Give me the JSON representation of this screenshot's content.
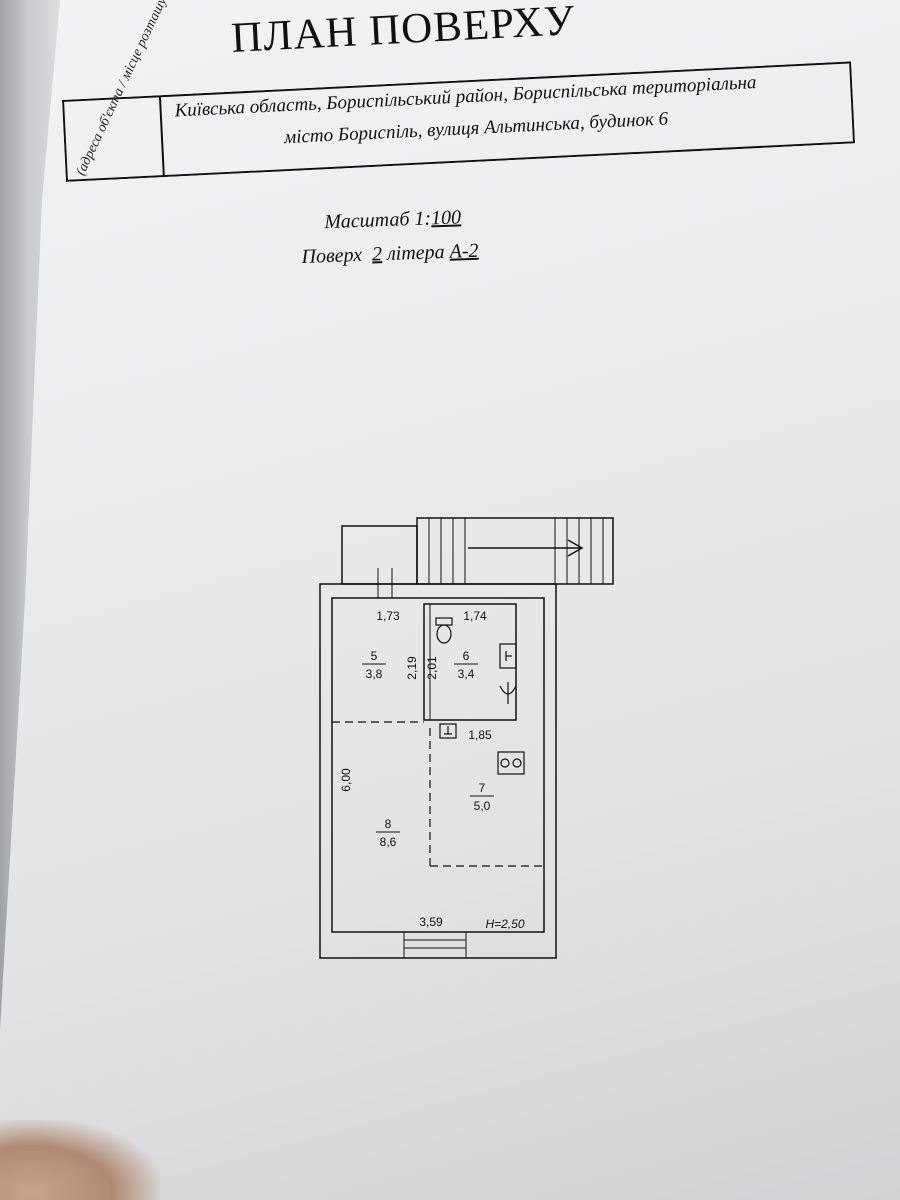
{
  "document": {
    "title": "ПЛАН ПОВЕРХУ",
    "address_label": "(адреса об'єкта / місце розташування)",
    "address_line1": "Київська область, Бориспільський район, Бориспільська територіальна",
    "address_line2": "місто Бориспіль, вулиця Альтинська, будинок 6",
    "scale_label": "Масштаб 1:",
    "scale_value": "100",
    "floor_label": "Поверх",
    "floor_value": "2",
    "letter_label": "літера",
    "letter_value": "А-2"
  },
  "floor_plan": {
    "dimensions": {
      "top_left_width": "1,73",
      "top_right_width": "1,74",
      "room5_height": "2,19",
      "room6_height": "2,01",
      "room7_width": "1,85",
      "left_height": "6,00",
      "bottom_width": "3,59",
      "ceiling_height": "H=2,50"
    },
    "rooms": [
      {
        "number": "5",
        "area": "3,8"
      },
      {
        "number": "6",
        "area": "3,4"
      },
      {
        "number": "7",
        "area": "5,0"
      },
      {
        "number": "8",
        "area": "8,6"
      }
    ],
    "fixture_icons": [
      "toilet-icon",
      "sink-icon",
      "shower-icon",
      "stove-icon",
      "washbasin-icon",
      "stair-arrow-icon"
    ]
  }
}
